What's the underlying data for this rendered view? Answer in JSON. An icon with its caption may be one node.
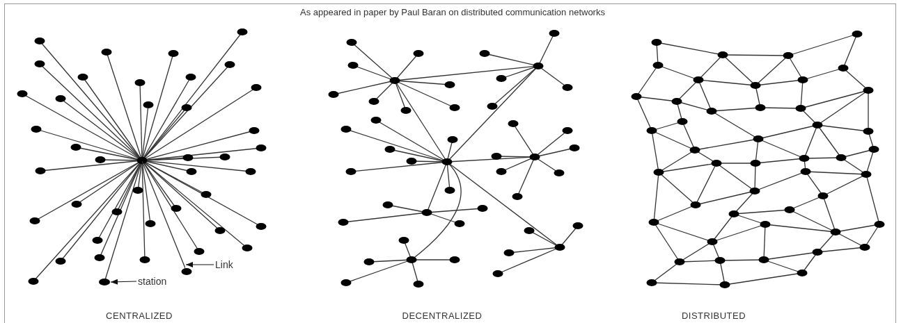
{
  "diagram": {
    "title": "As appeared in paper by Paul Baran on distributed communication networks",
    "nodes": [
      {
        "text": [
          "Link"
        ]
      },
      {
        "text": [
          "station"
        ]
      },
      {
        "text": [],
        "shape": "circle"
      },
      {
        "text": [],
        "shape": "line"
      }
    ],
    "edges": [
      {
        "from": 0,
        "to": 3,
        "arrow": "to"
      },
      {
        "from": 1,
        "to": 2,
        "arrow": "to"
      }
    ],
    "labels": [
      "CENTRALIZED",
      "DECENTRALIZED",
      "DISTRIBUTED"
    ]
  }
}
